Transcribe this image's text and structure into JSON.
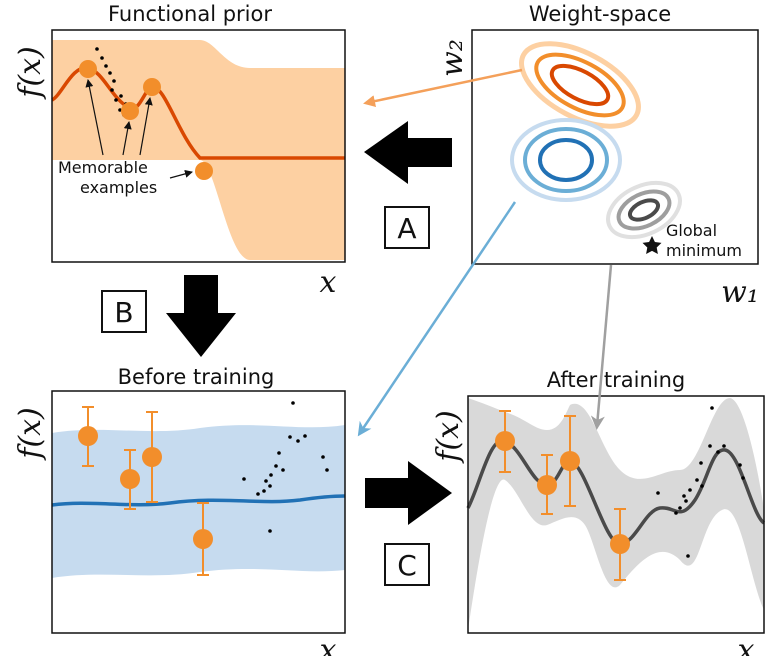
{
  "panels": {
    "functional_prior": {
      "title": "Functional prior",
      "x_label": "x",
      "y_label": "f(x)"
    },
    "weight_space": {
      "title": "Weight-space",
      "x_label": "w₁",
      "y_label": "w₂"
    },
    "before_training": {
      "title": "Before training",
      "x_label": "x",
      "y_label": "f(x)"
    },
    "after_training": {
      "title": "After training",
      "x_label": "x",
      "y_label": "f(x)"
    }
  },
  "annotations": {
    "memorable_line1": "Memorable",
    "memorable_line2": "examples",
    "global_line1": "Global",
    "global_line2": "minimum"
  },
  "steps": {
    "a": "A",
    "b": "B",
    "c": "C"
  },
  "colors": {
    "orange": "#f28e2b",
    "dark_orange": "#d94801",
    "orange_band": "#fdd0a2",
    "blue": "#2171b5",
    "blue_band": "#c6dbef",
    "gray": "#4a4a4a",
    "gray_band": "#d9d9d9"
  }
}
